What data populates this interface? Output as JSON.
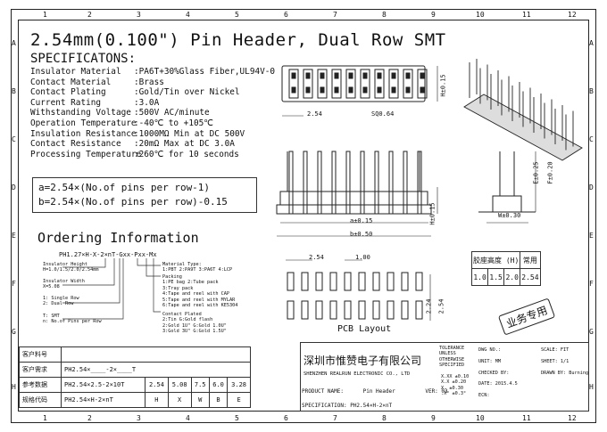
{
  "title": "2.54mm(0.100\") Pin Header, Dual Row SMT",
  "grid": {
    "columns": [
      "1",
      "2",
      "3",
      "4",
      "5",
      "6",
      "7",
      "8",
      "9",
      "10",
      "11",
      "12"
    ],
    "rows": [
      "A",
      "B",
      "C",
      "D",
      "E",
      "F",
      "G",
      "H"
    ]
  },
  "specs": {
    "heading": "SPECIFICATONS:",
    "items": [
      {
        "label": "Insulator Material",
        "value": ":PA6T+30%Glass Fiber,UL94V-0"
      },
      {
        "label": "Contact Material",
        "value": ":Brass"
      },
      {
        "label": "Contact Plating",
        "value": ":Gold/Tin over Nickel"
      },
      {
        "label": "Current Rating",
        "value": ":3.0A"
      },
      {
        "label": "Withstanding Voltage",
        "value": ":500V AC/minute"
      },
      {
        "label": "Operation Temperature",
        "value": ":-40℃ to +105℃"
      },
      {
        "label": "Insulation Resistance",
        "value": ":1000MΩ Min at DC 500V"
      },
      {
        "label": "Contact Resistance",
        "value": ":20mΩ Max at DC 3.0A"
      },
      {
        "label": "Processing Temperature",
        "value": ":260℃ for 10 seconds"
      }
    ]
  },
  "formula": {
    "a": "a=2.54×(No.of pins per row-1)",
    "b": "b=2.54×(No.of pins per row)-0.15"
  },
  "ordering": {
    "heading": "Ordering Information",
    "code": "PH1.27×H-X-2×nT-Gxx-Pxx-Mx",
    "insulator_height": "Insulator Height",
    "insulator_height_v": "H=1.0/1.5/2.0/2.54mm",
    "insulator_width": "Insulator Width",
    "insulator_width_v": "X=5.08",
    "rows1": "1: Single Row",
    "rows2": "2: Dual Row",
    "type1": "T: SMT",
    "type2": "n: No.of Pins per Row",
    "material_h": "Material Type:",
    "material_v": "1:PBT 2:PA9T 3:PA6T 4:LCP",
    "packing_h": "Packing",
    "packing_v": [
      "1:PE bag    2:Tube pack",
      "3:Tray pack",
      "4:Tape and reel with CAP",
      "5:Tape and reel with MYLAR",
      "6:Tape and reel with KE5304"
    ],
    "plated_h": "Contact Plated",
    "plated_v": [
      "2:Tin       G:Gold flash",
      "2:Gold 1U\"  G:Gold 1.0U\"",
      "3:Gold 3U\"  G:Gold 1.5U\""
    ]
  },
  "dims": {
    "d254a": "2.54",
    "sq064": "SQ0.64",
    "h015": "H±0.15",
    "a015": "a±0.15",
    "b050": "b±0.50",
    "h015b": "H±0.15",
    "e025": "E±0.25",
    "f020": "F±0.20",
    "w030": "W±0.30",
    "d254b": "2.54",
    "d100": "1.00",
    "d224": "2.24",
    "d254c": "2.54",
    "pcb": "PCB Layout"
  },
  "height_table": {
    "header": [
      "胶座高度 (H)",
      "常用"
    ],
    "values": [
      "1.0",
      "1.5",
      "2.0",
      "2.54"
    ]
  },
  "stamp": "业务专用",
  "bottom_left": {
    "rows": [
      [
        "客户料号",
        "",
        "",
        "",
        "",
        "",
        "",
        ""
      ],
      [
        "客户需求",
        "PH2.54×____-2×____T",
        "",
        "",
        "",
        "",
        "",
        ""
      ],
      [
        "参考数据",
        "PH2.54×2.5-2×10T",
        "2.54",
        "5.08",
        "7.5",
        "6.0",
        "3.28",
        ""
      ],
      [
        "规格代码",
        "PH2.54×H-2×nT",
        "H",
        "X",
        "W",
        "B",
        "E",
        ""
      ]
    ]
  },
  "company": {
    "cn": "深圳市惟赞电子有限公司",
    "en": "SHENZHEN REALRUN ELECTRONIC CO., LTD"
  },
  "product": {
    "name_label": "PRODUCT NAME:",
    "name": "Pin Header",
    "ver_label": "VER:",
    "ver": "03",
    "spec_label": "SPECIFICATION:",
    "spec": "PH2.54×H-2×nT"
  },
  "tolerance": {
    "label": [
      "TOLERANCE",
      "UNLESS",
      "OTHERWISE",
      "SPECIFIED"
    ],
    "rows": [
      [
        "X.XX",
        "±0.10"
      ],
      [
        "X.X",
        "±0.20"
      ],
      [
        "X.",
        "±0.30"
      ],
      [
        ".X°",
        "±0.3°"
      ]
    ]
  },
  "info": {
    "dwg": "DWG NO.:",
    "unit_l": "UNIT:",
    "unit": "MM",
    "checked": "CHECKED BY:",
    "date_l": "DATE:",
    "date": "2015.4.5",
    "ecn": "ECN:",
    "scale_l": "SCALE:",
    "scale": "FIT",
    "sheet_l": "SHEET:",
    "sheet": "1/1",
    "drawn_l": "DRAWN BY:",
    "drawn": "Burning"
  }
}
